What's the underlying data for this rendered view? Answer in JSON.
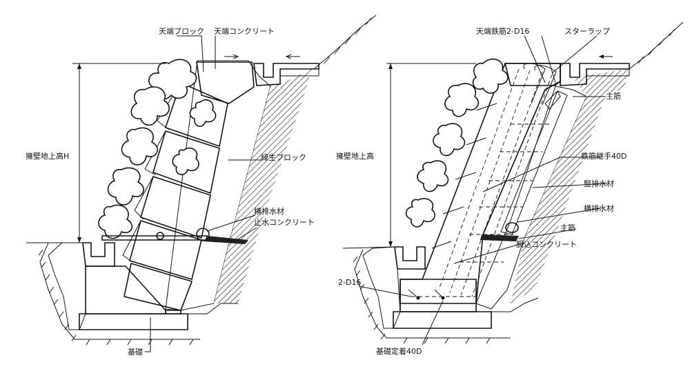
{
  "left": {
    "top_block": "天端ブロック",
    "top_concrete": "天端コンクリート",
    "wall_height": "擁壁地上高H",
    "green_block": "緑生ブロック",
    "horizontal_drain": "横排水材",
    "waterstop_concrete": "止水コンクリート",
    "foundation": "基礎"
  },
  "right": {
    "top_rebar": "天端鉄筋2-D16",
    "stirrup": "スターラップ",
    "main_rebar_top": "主筋",
    "wall_height": "擁壁地上高",
    "rebar_joint": "鉄筋継手40D",
    "vertical_drain": "竪排水材",
    "horizontal_drain": "横排水材",
    "main_rebar_bottom": "主筋",
    "backfill_concrete": "胴込コンクリート",
    "bottom_rebar": "2-D16",
    "foundation_anchor": "基礎定着40D"
  }
}
